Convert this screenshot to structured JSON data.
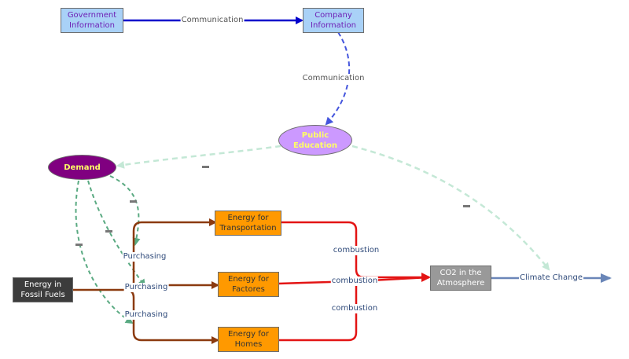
{
  "nodes": {
    "gov_info": {
      "text": "Government\nInformation",
      "fill": "#a9d1f7",
      "color": "#6e1fb5"
    },
    "company_info": {
      "text": "Company\nInformation",
      "fill": "#a9d1f7",
      "color": "#6e1fb5"
    },
    "public_education": {
      "text": "Public Education",
      "fill": "#cc99ff",
      "color": "#ffff66"
    },
    "demand": {
      "text": "Demand",
      "fill": "#800080",
      "color": "#ffff66"
    },
    "energy_fossil": {
      "text": "Energy in\nFossil Fuels",
      "fill": "#3c3c3c",
      "color": "#ffffff"
    },
    "energy_transport": {
      "text": "Energy for\nTransportation",
      "fill": "#ff9900",
      "color": "#333333"
    },
    "energy_factories": {
      "text": "Energy for\nFactores",
      "fill": "#ff9900",
      "color": "#333333"
    },
    "energy_homes": {
      "text": "Energy for\nHomes",
      "fill": "#ff9900",
      "color": "#333333"
    },
    "co2": {
      "text": "CO2 in the\nAtmosphere",
      "fill": "#999999",
      "color": "#ffffff"
    }
  },
  "labels": {
    "communication_1": "Communication",
    "communication_2": "Communication",
    "purchasing_1": "Purchasing",
    "purchasing_2": "Purchasing",
    "purchasing_3": "Purchasing",
    "combustion_1": "combustion",
    "combustion_2": "combustion",
    "combustion_3": "combustion",
    "climate_change": "Climate Change"
  },
  "colors": {
    "communication": "#0000cc",
    "communication_dashed": "#4455dd",
    "feedback_light": "#c4e8d6",
    "feedback_green": "#5aaa82",
    "purchasing": "#8b3a0f",
    "combustion": "#e31414",
    "climate": "#6a86b8",
    "label_text": "#2f4a7a",
    "comm_label_text": "#555555"
  }
}
